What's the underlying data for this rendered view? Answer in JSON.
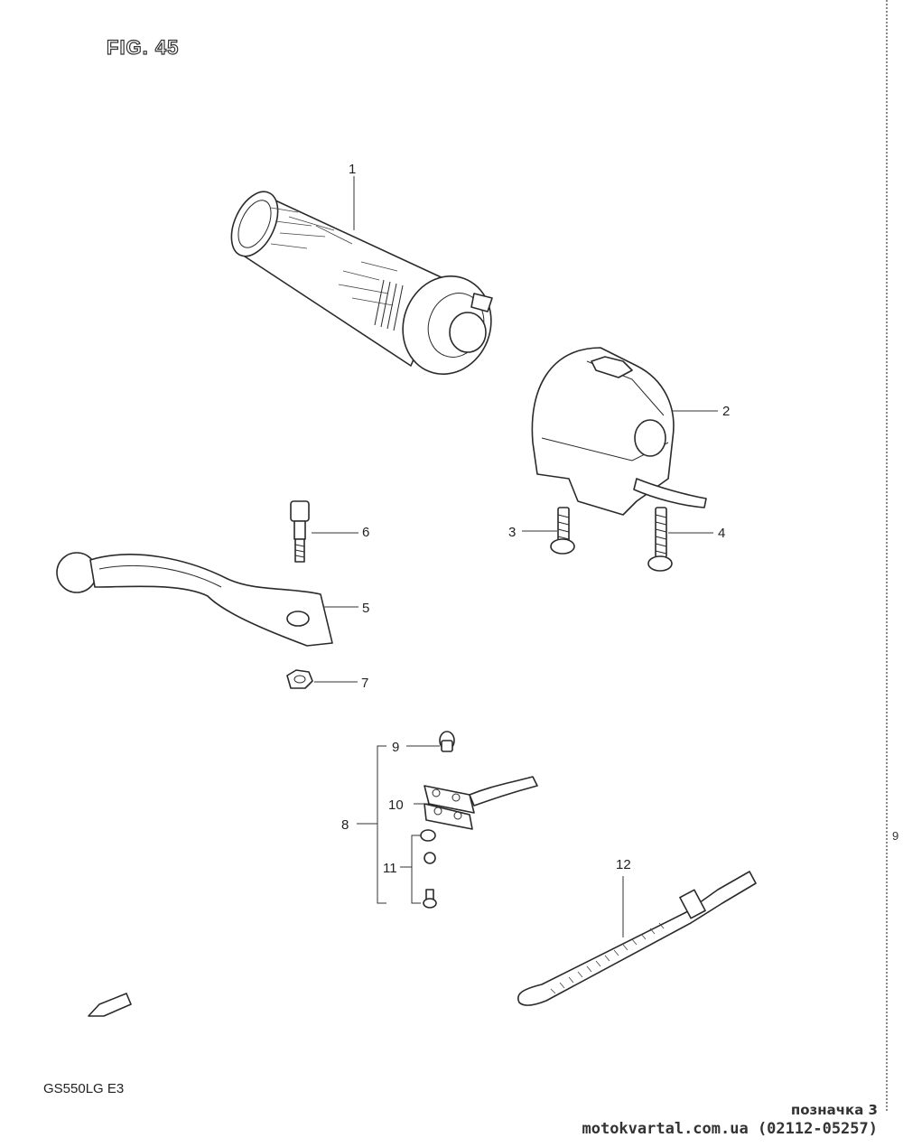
{
  "figure": {
    "title": "FIG. 45",
    "model": "GS550LG E3"
  },
  "callouts": [
    "1",
    "2",
    "3",
    "4",
    "5",
    "6",
    "7",
    "8",
    "9",
    "10",
    "11",
    "12"
  ],
  "edge_mark": "9",
  "footer": {
    "line1": "позначка 3",
    "line2": "motokvartal.com.ua (02112-05257)"
  }
}
